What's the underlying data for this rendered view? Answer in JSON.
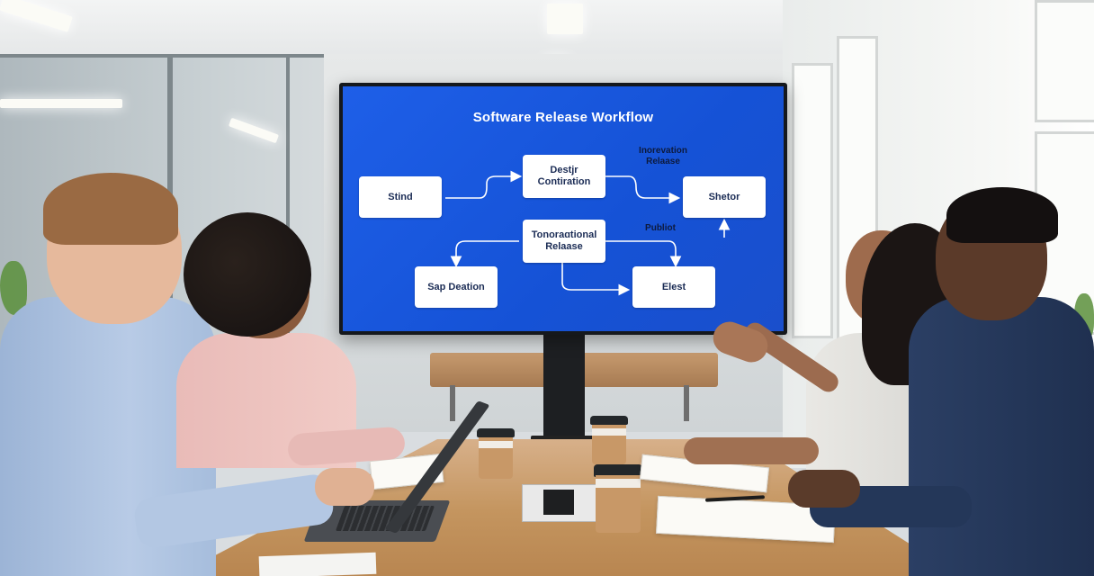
{
  "diagram": {
    "title": "Software Release Workflow",
    "nodes": [
      {
        "id": "start",
        "label": "Stind"
      },
      {
        "id": "design",
        "label": "Destjr\nContiration"
      },
      {
        "id": "shetor",
        "label": "Shetor"
      },
      {
        "id": "tonoral",
        "label": "Tonoraɑtional\nRelaase"
      },
      {
        "id": "sap",
        "label": "Sap Deation"
      },
      {
        "id": "elest",
        "label": "Elest"
      }
    ],
    "edge_labels": [
      {
        "id": "innovation",
        "label": "Inorevation\nRelaase"
      },
      {
        "id": "publiot",
        "label": "Publiot"
      }
    ]
  },
  "colors": {
    "screen_blue": "#1a56db",
    "node_fill": "#ffffff",
    "node_text": "#1b2c55",
    "arrow": "#ffffff"
  }
}
